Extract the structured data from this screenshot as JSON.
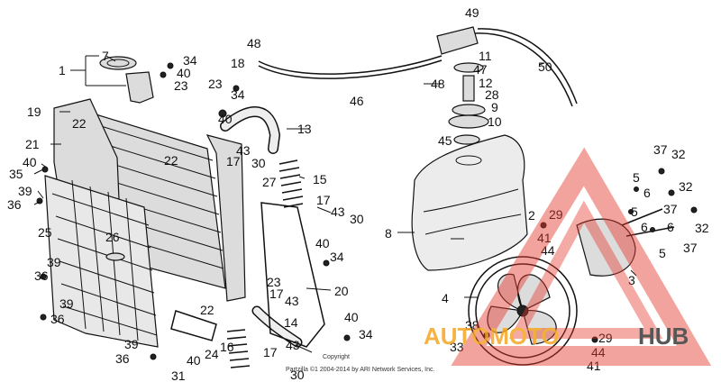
{
  "diagram": {
    "copyright_line1": "Copyright",
    "copyright_line2": "Partzilla ©1 2004-2014 by ARI Network Services, Inc.",
    "watermark": {
      "part1": "AUTOMOTO",
      "part2": "HUB",
      "color_red": "#e63a2e",
      "color_orange": "#f5a623",
      "color_dark": "#3a3a3a"
    },
    "callouts": [
      {
        "id": "c1",
        "text": "1"
      },
      {
        "id": "c7",
        "text": "7"
      },
      {
        "id": "c34a",
        "text": "34"
      },
      {
        "id": "c40a",
        "text": "40"
      },
      {
        "id": "c23a",
        "text": "23"
      },
      {
        "id": "c48a",
        "text": "48"
      },
      {
        "id": "c18",
        "text": "18"
      },
      {
        "id": "c23b",
        "text": "23"
      },
      {
        "id": "c34b",
        "text": "34"
      },
      {
        "id": "c19",
        "text": "19"
      },
      {
        "id": "c22a",
        "text": "22"
      },
      {
        "id": "c40b",
        "text": "40"
      },
      {
        "id": "c13",
        "text": "13"
      },
      {
        "id": "c21",
        "text": "21"
      },
      {
        "id": "c22b",
        "text": "22"
      },
      {
        "id": "c17a",
        "text": "17"
      },
      {
        "id": "c43a",
        "text": "43"
      },
      {
        "id": "c30a",
        "text": "30"
      },
      {
        "id": "c40c",
        "text": "40"
      },
      {
        "id": "c35",
        "text": "35"
      },
      {
        "id": "c15",
        "text": "15"
      },
      {
        "id": "c27",
        "text": "27"
      },
      {
        "id": "c39a",
        "text": "39"
      },
      {
        "id": "c36a",
        "text": "36"
      },
      {
        "id": "c17b",
        "text": "17"
      },
      {
        "id": "c43b",
        "text": "43"
      },
      {
        "id": "c30b",
        "text": "30"
      },
      {
        "id": "c25",
        "text": "25"
      },
      {
        "id": "c26",
        "text": "26"
      },
      {
        "id": "c40d",
        "text": "40"
      },
      {
        "id": "c34c",
        "text": "34"
      },
      {
        "id": "c39b",
        "text": "39"
      },
      {
        "id": "c36b",
        "text": "36"
      },
      {
        "id": "c23c",
        "text": "23"
      },
      {
        "id": "c20",
        "text": "20"
      },
      {
        "id": "c17c",
        "text": "17"
      },
      {
        "id": "c43c",
        "text": "43"
      },
      {
        "id": "c39c",
        "text": "39"
      },
      {
        "id": "c36c",
        "text": "36"
      },
      {
        "id": "c22c",
        "text": "22"
      },
      {
        "id": "c14",
        "text": "14"
      },
      {
        "id": "c40e",
        "text": "40"
      },
      {
        "id": "c34d",
        "text": "34"
      },
      {
        "id": "c39d",
        "text": "39"
      },
      {
        "id": "c36d",
        "text": "36"
      },
      {
        "id": "c40f",
        "text": "40"
      },
      {
        "id": "c24",
        "text": "24"
      },
      {
        "id": "c16",
        "text": "16"
      },
      {
        "id": "c17d",
        "text": "17"
      },
      {
        "id": "c43d",
        "text": "43"
      },
      {
        "id": "c31",
        "text": "31"
      },
      {
        "id": "c30c",
        "text": "30"
      },
      {
        "id": "c46",
        "text": "46"
      },
      {
        "id": "c49",
        "text": "49"
      },
      {
        "id": "c11",
        "text": "11"
      },
      {
        "id": "c47",
        "text": "47"
      },
      {
        "id": "c50",
        "text": "50"
      },
      {
        "id": "c48b",
        "text": "48"
      },
      {
        "id": "c12",
        "text": "12"
      },
      {
        "id": "c28",
        "text": "28"
      },
      {
        "id": "c9",
        "text": "9"
      },
      {
        "id": "c10",
        "text": "10"
      },
      {
        "id": "c45",
        "text": "45"
      },
      {
        "id": "c8",
        "text": "8"
      },
      {
        "id": "c37a",
        "text": "37"
      },
      {
        "id": "c32a",
        "text": "32"
      },
      {
        "id": "c5a",
        "text": "5"
      },
      {
        "id": "c6a",
        "text": "6"
      },
      {
        "id": "c32b",
        "text": "32"
      },
      {
        "id": "c5b",
        "text": "5"
      },
      {
        "id": "c37b",
        "text": "37"
      },
      {
        "id": "c6b",
        "text": "6"
      },
      {
        "id": "c6c",
        "text": "6"
      },
      {
        "id": "c5c",
        "text": "5"
      },
      {
        "id": "c32c",
        "text": "32"
      },
      {
        "id": "c37c",
        "text": "37"
      },
      {
        "id": "c2",
        "text": "2"
      },
      {
        "id": "c29a",
        "text": "29"
      },
      {
        "id": "c41a",
        "text": "41"
      },
      {
        "id": "c44a",
        "text": "44"
      },
      {
        "id": "c3",
        "text": "3"
      },
      {
        "id": "c4",
        "text": "4"
      },
      {
        "id": "c38",
        "text": "38"
      },
      {
        "id": "c33",
        "text": "33"
      },
      {
        "id": "c29b",
        "text": "29"
      },
      {
        "id": "c44b",
        "text": "44"
      },
      {
        "id": "c41b",
        "text": "41"
      }
    ]
  }
}
